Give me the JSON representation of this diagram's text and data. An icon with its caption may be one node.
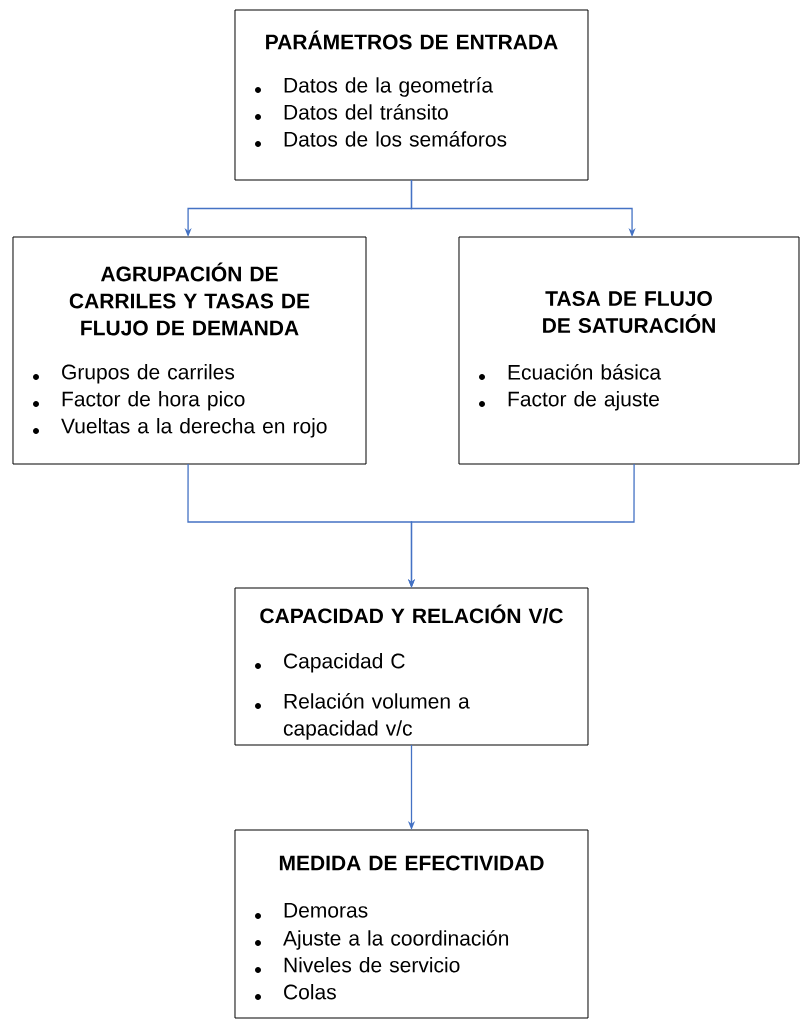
{
  "diagram": {
    "nodes": [
      {
        "text": [
          "PARÁMETROS DE ENTRADA",
          "Datos de la geometría",
          "Datos del tránsito",
          "Datos de los semáforos"
        ]
      },
      {
        "text": [
          "AGRUPACIÓN DE CARRILES Y TASAS DE FLUJO DE DEMANDA",
          "Grupos de carriles",
          "Factor de hora pico",
          "Vueltas a la derecha en rojo"
        ]
      },
      {
        "text": [
          "TASA DE FLUJO DE SATURACIÓN",
          "Ecuación básica",
          "Factor de ajuste"
        ]
      },
      {
        "text": [
          "CAPACIDAD Y RELACIÓN V/C",
          "Capacidad C",
          "Relación volumen a capacidad v/c"
        ]
      },
      {
        "text": [
          "MEDIDA DE EFECTIVIDAD",
          "Demoras",
          "Ajuste a la coordinación",
          "Niveles de servicio",
          "Colas"
        ]
      }
    ],
    "edges": [
      {
        "from": 0,
        "to": 1,
        "arrow": "to"
      },
      {
        "from": 0,
        "to": 2,
        "arrow": "to"
      },
      {
        "from": 1,
        "to": 3,
        "arrow": "to"
      },
      {
        "from": 2,
        "to": 3,
        "arrow": "to"
      },
      {
        "from": 3,
        "to": 4,
        "arrow": "to"
      }
    ]
  }
}
